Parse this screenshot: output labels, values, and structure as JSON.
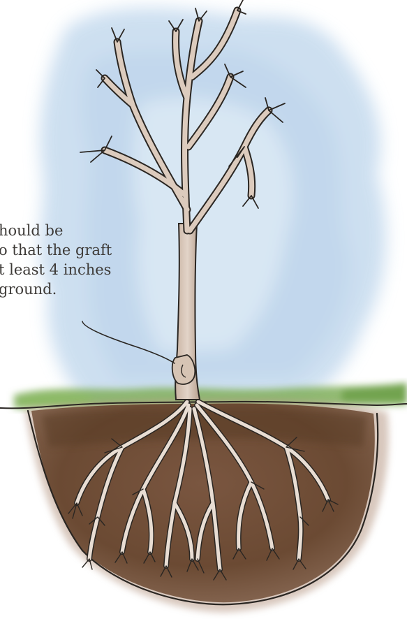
{
  "annotation": {
    "lines": [
      "hould be",
      "o that the graft",
      "t least 4 inches",
      "ground."
    ]
  },
  "colors": {
    "sky": "#c9dcef",
    "sky_light": "#e3edf7",
    "trunk": "#d9c9bb",
    "trunk_shadow": "#b89f8c",
    "outline": "#2a2622",
    "soil_dark": "#6b4a33",
    "soil_mid": "#8c6a52",
    "soil_light": "#b89a86",
    "grass": "#7fae5a",
    "roots": "#e8ddd3",
    "caption_text": "#3d3a37"
  },
  "icons": {
    "illustration": "bare-root-tree-planting-illustration"
  }
}
